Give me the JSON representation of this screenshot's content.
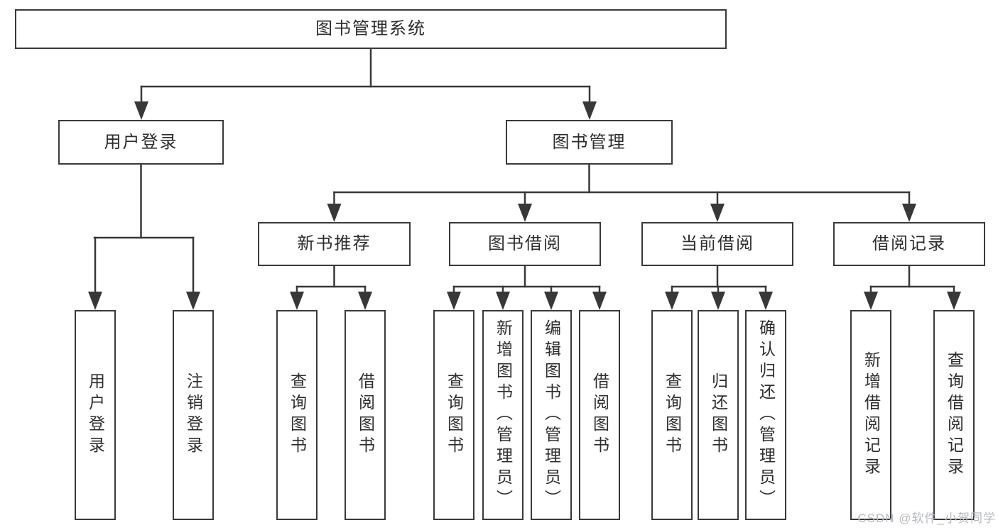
{
  "tree": {
    "label": "图书管理系统",
    "children": [
      {
        "label": "用户登录",
        "children": [
          {
            "label": "用户登录"
          },
          {
            "label": "注销登录"
          }
        ]
      },
      {
        "label": "图书管理",
        "children": [
          {
            "label": "新书推荐",
            "children": [
              {
                "label": "查询图书"
              },
              {
                "label": "借阅图书"
              }
            ]
          },
          {
            "label": "图书借阅",
            "children": [
              {
                "label": "查询图书"
              },
              {
                "label": "新增图书（管理员）"
              },
              {
                "label": "编辑图书（管理员）"
              },
              {
                "label": "借阅图书"
              }
            ]
          },
          {
            "label": "当前借阅",
            "children": [
              {
                "label": "查询图书"
              },
              {
                "label": "归还图书"
              },
              {
                "label": "确认归还（管理员）"
              }
            ]
          },
          {
            "label": "借阅记录",
            "children": [
              {
                "label": "新增借阅记录"
              },
              {
                "label": "查询借阅记录"
              }
            ]
          }
        ]
      }
    ]
  },
  "watermark": {
    "text": "CSDN @软件_小贺同学"
  },
  "colors": {
    "line": "#383838",
    "box_border": "#3a3a3a",
    "box_background": "#ffffff",
    "text": "#2d2d2d",
    "watermark": "#b7babf"
  }
}
